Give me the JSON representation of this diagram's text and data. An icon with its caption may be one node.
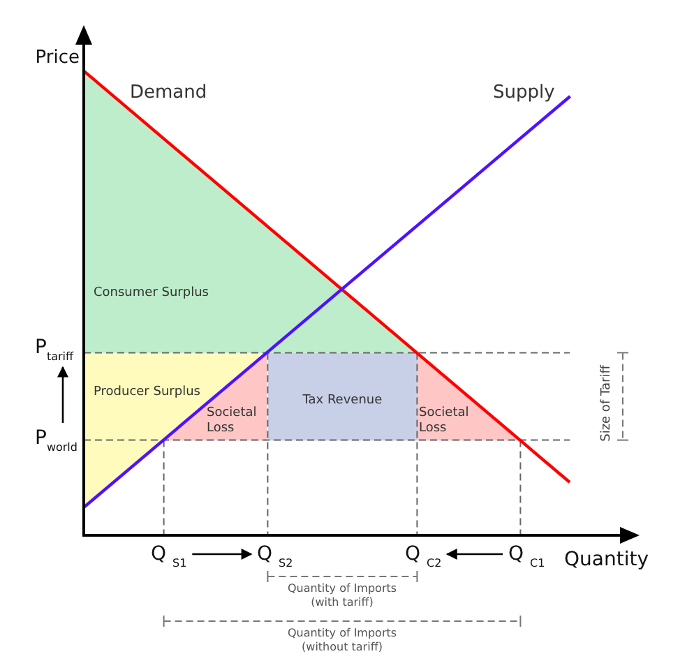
{
  "diagram": {
    "nodes": [
      {
        "text": [
          "Consumer Surplus"
        ]
      },
      {
        "text": [
          "P$_{tariff}$"
        ]
      },
      {
        "text": [
          "Producer Surplus"
        ]
      },
      {
        "text": [
          "Societal Loss"
        ]
      },
      {
        "text": [
          "Tax Revenue"
        ]
      },
      {
        "text": [
          "Societal Loss"
        ]
      },
      {
        "text": [
          "P$_{world}$"
        ]
      },
      {
        "text": [
          "Q $_{S1}$"
        ]
      },
      {
        "text": [
          "Q $_{S2}$"
        ]
      },
      {
        "text": [
          "Q $_{C2}$"
        ]
      },
      {
        "text": [
          "Q $_{C1}$"
        ]
      }
    ],
    "edges": [
      {
        "from": 6,
        "to": 1,
        "arrow": "to"
      },
      {
        "from": 7,
        "to": 8,
        "arrow": "to"
      },
      {
        "from": 10,
        "to": 9,
        "arrow": "to"
      }
    ],
    "labels": [
      "Price",
      "Demand",
      "Supply",
      "Size of Tariff",
      "Quantity",
      "Quantity of Imports (with tariff)",
      "Quantity of Imports (without tariff)"
    ]
  }
}
